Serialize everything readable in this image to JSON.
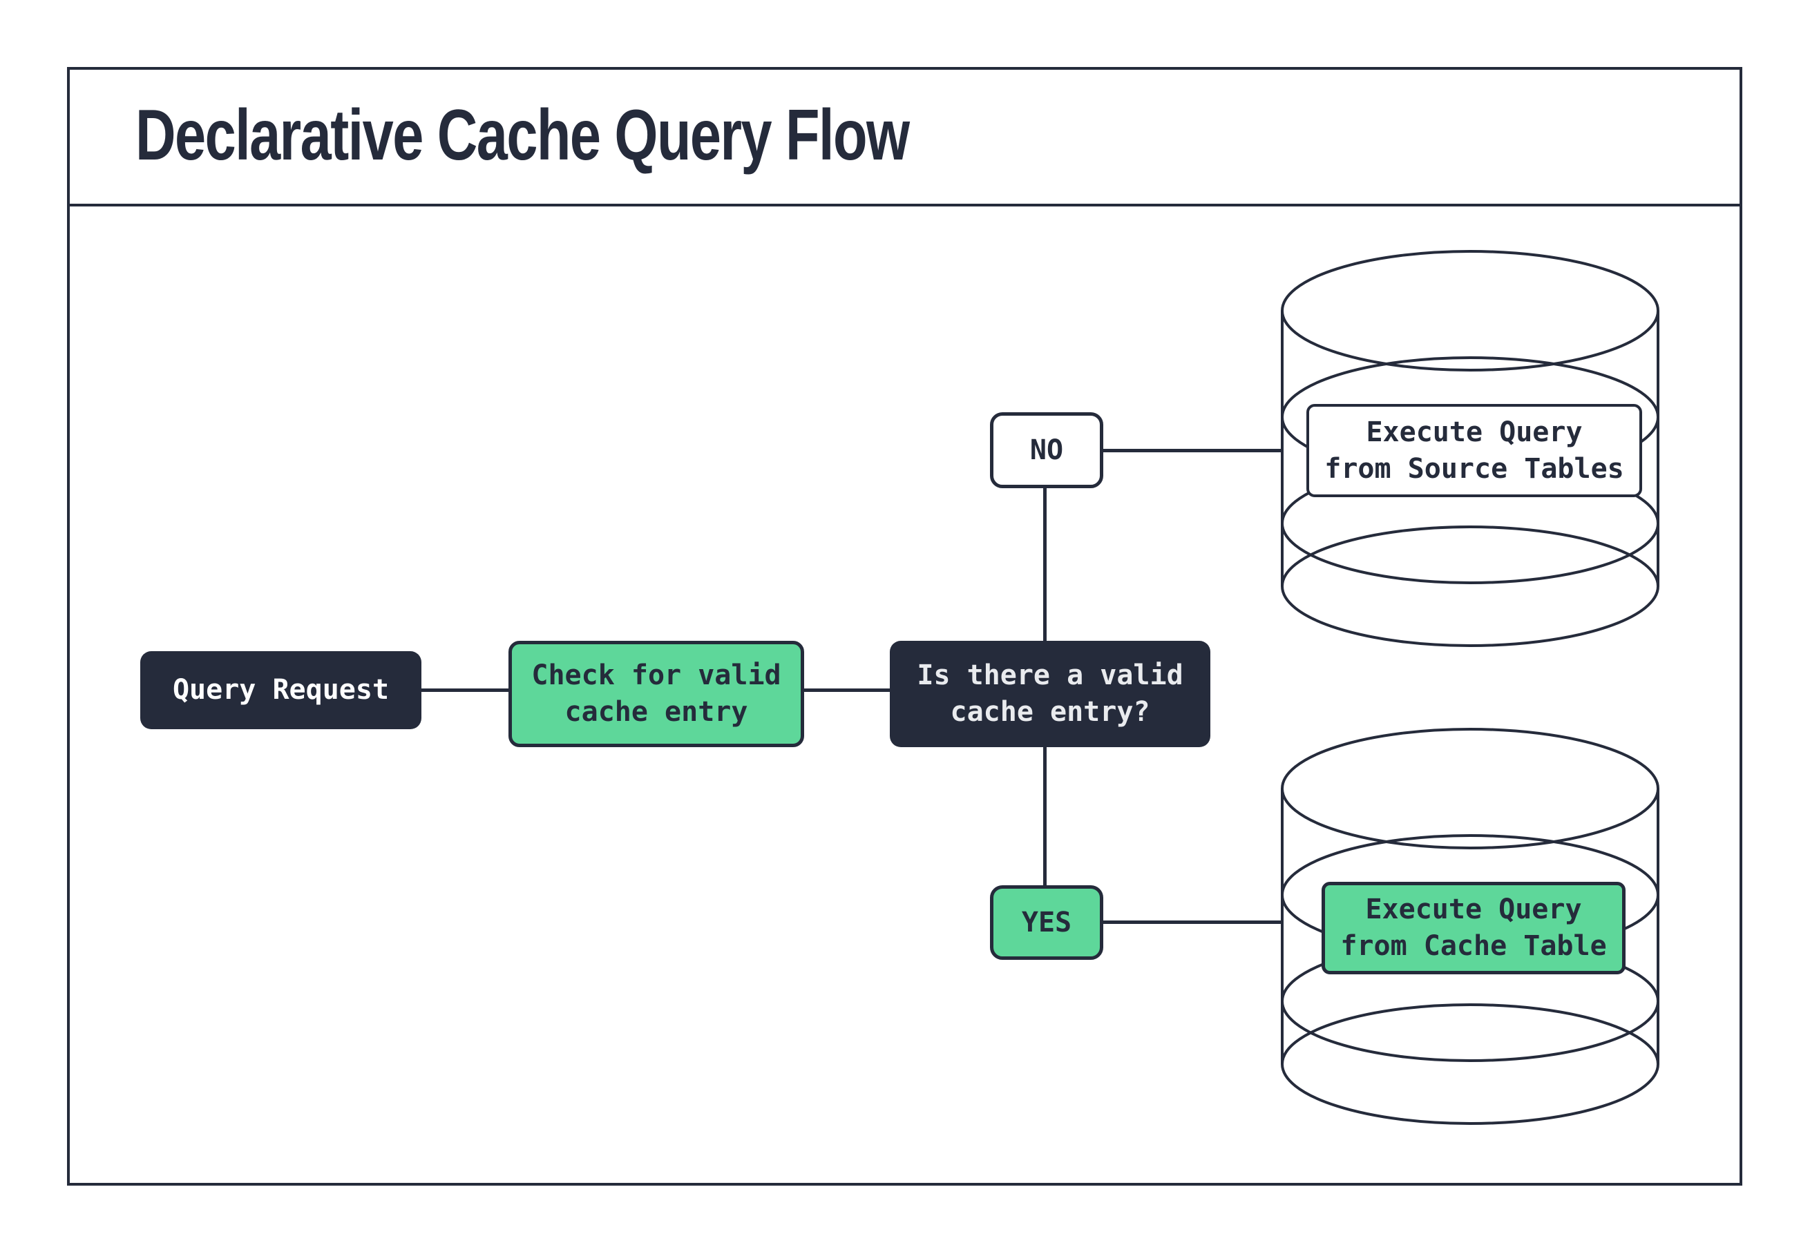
{
  "header": {
    "title": "Declarative Cache Query Flow"
  },
  "colors": {
    "ink": "#252B3B",
    "green": "#5ED79A",
    "paper": "#FFFFFF",
    "text_light": "#E9EBEE"
  },
  "nodes": {
    "query_request": {
      "label": "Query Request"
    },
    "check_cache": {
      "line1": "Check for valid",
      "line2": "cache entry"
    },
    "decision": {
      "line1": "Is there a valid",
      "line2": "cache entry?"
    },
    "no": {
      "label": "NO"
    },
    "yes": {
      "label": "YES"
    },
    "source_db": {
      "line1": "Execute Query",
      "line2": "from Source Tables"
    },
    "cache_db": {
      "line1": "Execute Query",
      "line2": "from Cache Table"
    }
  }
}
